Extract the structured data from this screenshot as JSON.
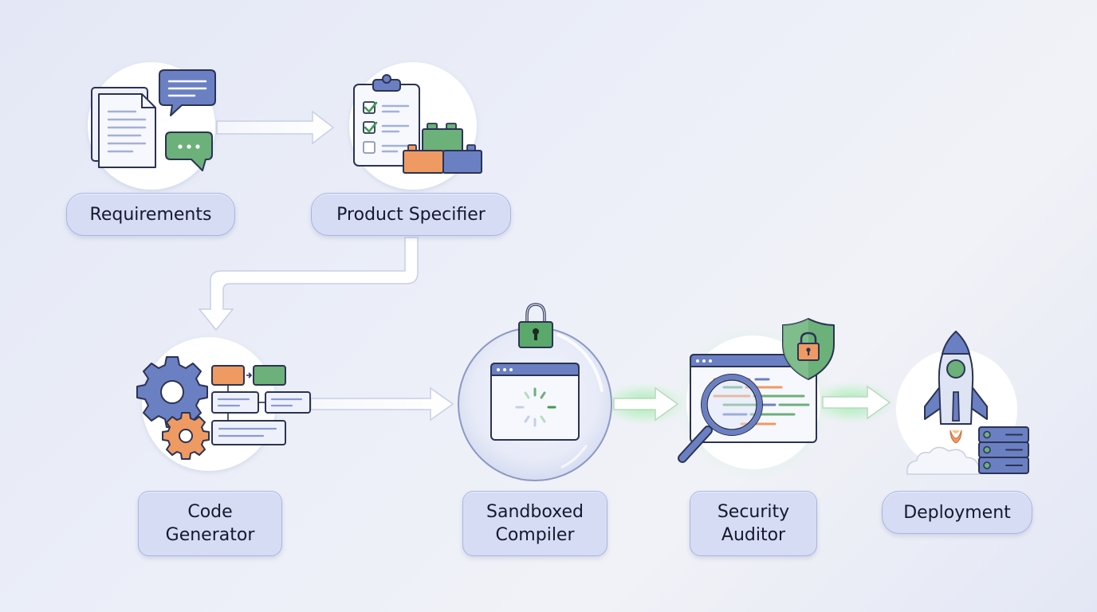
{
  "nodes": {
    "requirements": {
      "label": "Requirements"
    },
    "product_specifier": {
      "label": "Product Specifier"
    },
    "code_generator": {
      "label_line1": "Code",
      "label_line2": "Generator"
    },
    "sandboxed_compiler": {
      "label_line1": "Sandboxed",
      "label_line2": "Compiler"
    },
    "security_auditor": {
      "label_line1": "Security",
      "label_line2": "Auditor"
    },
    "deployment": {
      "label": "Deployment"
    }
  },
  "colors": {
    "blue": "#6b80c2",
    "blue_dark": "#2b3354",
    "green": "#6cb07a",
    "orange": "#ee9a62",
    "label_bg": "#d5dcf4",
    "label_border": "#a8b5e0",
    "glow": "#8ef09a"
  }
}
